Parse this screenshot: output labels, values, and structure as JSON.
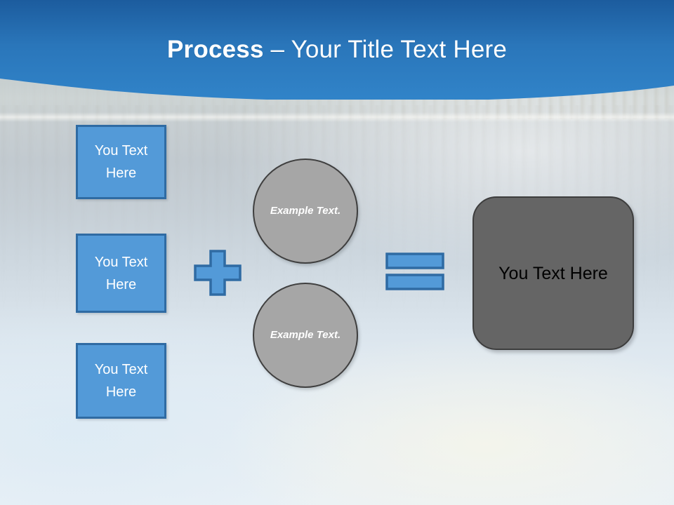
{
  "slide": {
    "title": {
      "strong": "Process",
      "dash": " – ",
      "rest": "Your Title Text Here"
    }
  },
  "theme": {
    "header_blue_dark": "#1f63a8",
    "header_blue_light": "#2f81c6",
    "box_blue_fill": "#539ad8",
    "box_blue_border": "#2f6ba3",
    "circle_fill": "#a6a6a6",
    "circle_border": "#3f3f3f",
    "result_fill": "#656565",
    "result_border": "#3d3d3d",
    "title_text": "#ffffff",
    "result_text": "#000000"
  },
  "inputs": {
    "boxes": [
      {
        "label": "You Text Here"
      },
      {
        "label": "You Text Here"
      },
      {
        "label": "You Text Here"
      }
    ]
  },
  "operators": {
    "plus": "plus-sign",
    "equals": "equals-sign"
  },
  "circles": [
    {
      "label": "Example Text."
    },
    {
      "label": "Example Text."
    }
  ],
  "result": {
    "label": "You Text Here"
  }
}
